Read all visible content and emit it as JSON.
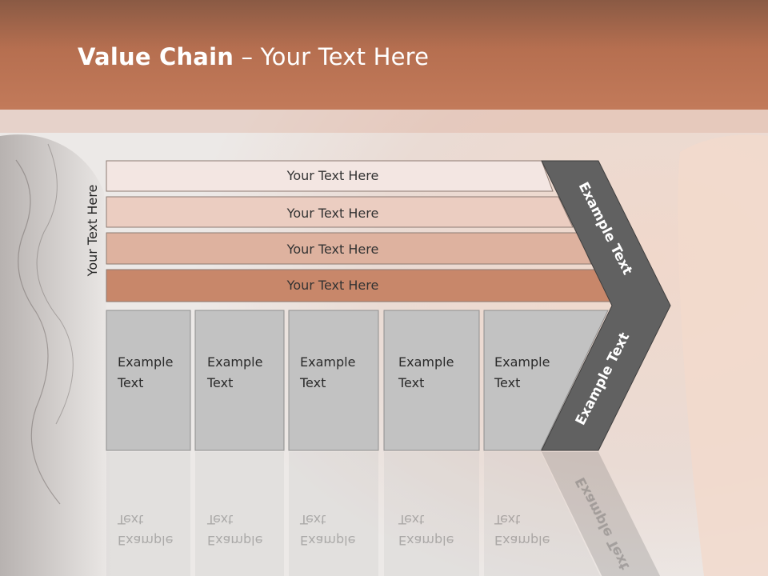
{
  "slide": {
    "title_bold": "Value Chain",
    "title_rest": " – Your Text Here",
    "side_label": "Your Text Here"
  },
  "support_rows": [
    {
      "label": "Your Text Here",
      "color": "#f3e6e2"
    },
    {
      "label": "Your Text Here",
      "color": "#ebcdc1"
    },
    {
      "label": "Your Text Here",
      "color": "#deb29f"
    },
    {
      "label": "Your Text Here",
      "color": "#c8876a"
    }
  ],
  "primary_columns": [
    {
      "line1": "Example",
      "line2": "Text"
    },
    {
      "line1": "Example",
      "line2": "Text"
    },
    {
      "line1": "Example",
      "line2": "Text"
    },
    {
      "line1": "Example",
      "line2": "Text"
    },
    {
      "line1": "Example",
      "line2": "Text"
    }
  ],
  "chevron": {
    "upper_label": "Example Text",
    "lower_label": "Example Text",
    "color": "#616161"
  },
  "colors": {
    "accent": "#c27a5a",
    "column_fill": "#c2c2c2"
  }
}
